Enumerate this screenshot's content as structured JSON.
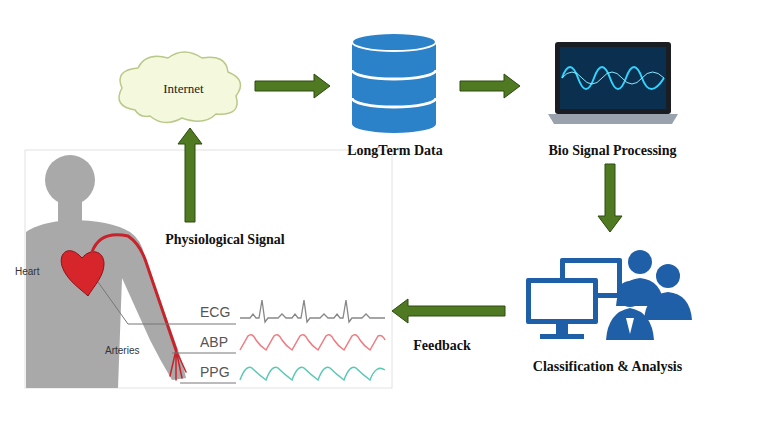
{
  "diagram": {
    "nodes": [
      {
        "text": [
          "Internet"
        ]
      },
      {
        "text": [
          "LongTerm Data"
        ]
      },
      {
        "text": [
          "Bio Signal Processing"
        ]
      },
      {
        "text": [
          "Classification & Analysis"
        ]
      },
      {
        "text": [
          "Heart",
          "Arteries",
          "ECG",
          "ABP",
          "PPG"
        ]
      }
    ],
    "edges": [
      {
        "from": 0,
        "to": 1,
        "arrow": "to"
      },
      {
        "from": 1,
        "to": 2,
        "arrow": "to"
      },
      {
        "from": 2,
        "to": 3,
        "arrow": "to"
      },
      {
        "from": 3,
        "to": 4,
        "arrow": "to",
        "label": "Feedback"
      },
      {
        "from": 4,
        "to": 0,
        "arrow": "to",
        "label": "Physiological Signal"
      }
    ]
  }
}
